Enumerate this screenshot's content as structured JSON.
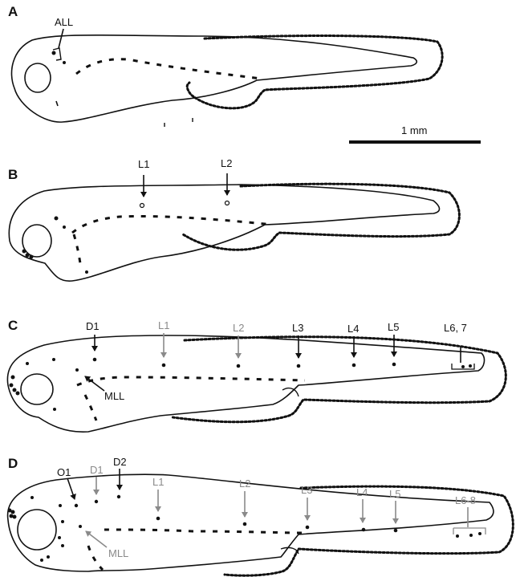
{
  "panels": [
    {
      "letter": "A",
      "labels": {
        "all": "ALL"
      }
    },
    {
      "letter": "B",
      "labels": {
        "l1": "L1",
        "l2": "L2"
      }
    },
    {
      "letter": "C",
      "labels": {
        "d1": "D1",
        "l1": "L1",
        "l2": "L2",
        "l3": "L3",
        "l4": "L4",
        "l5": "L5",
        "l67": "L6, 7",
        "mll": "MLL"
      }
    },
    {
      "letter": "D",
      "labels": {
        "o1": "O1",
        "d1": "D1",
        "d2": "D2",
        "l1": "L1",
        "l2": "L2",
        "l3": "L3",
        "l4": "L4",
        "l5": "L5",
        "l68": "L6-8",
        "mll": "MLL"
      }
    }
  ],
  "scale_bar": {
    "label": "1 mm"
  },
  "colors": {
    "black": "#111111",
    "grey": "#8a8a8a"
  }
}
